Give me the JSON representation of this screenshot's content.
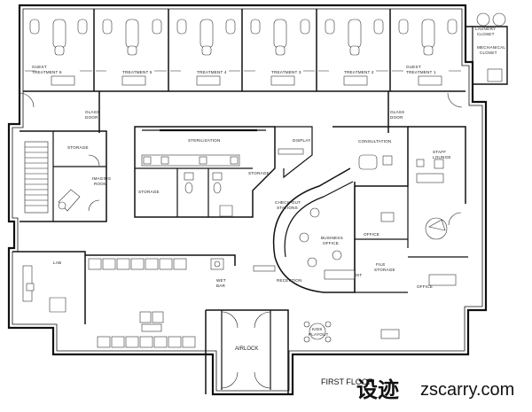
{
  "rooms": {
    "treatments": [
      {
        "label1": "GUEST",
        "label2": "TREATMENT 6"
      },
      {
        "label1": "",
        "label2": "TREATMENT 5"
      },
      {
        "label1": "",
        "label2": "TREATMENT 4"
      },
      {
        "label1": "",
        "label2": "TREATMENT 3"
      },
      {
        "label1": "",
        "label2": "TREATMENT 2"
      },
      {
        "label1": "GUEST",
        "label2": "TREATMENT 1"
      }
    ],
    "laundry": "LAUNDRY",
    "closet": "CLOSET",
    "mechanical1": "MECHANICAL",
    "mechanical2": "CLOSET",
    "glass_door_left1": "GLASS",
    "glass_door_left2": "DOOR",
    "glass_door_right1": "GLASS",
    "glass_door_right2": "DOOR",
    "storage_left": "STORAGE",
    "imaging1": "IMAGING",
    "imaging2": "ROOM",
    "sterilization": "STERILIZATION",
    "display": "DISPLAY",
    "storage_mid": "STORAGE",
    "storage_small": "STORAGE",
    "checkout1": "CHECK-OUT",
    "checkout2": "STATIONS",
    "consultation": "CONSULTATION",
    "staff1": "STAFF",
    "staff2": "LOUNGE",
    "business1": "BUSINESS",
    "business2": "OFFICE",
    "office_a": "OFFICE",
    "office_b": "OFFICE",
    "file1": "FILE",
    "file2": "STORAGE",
    "lab": "LAB",
    "wet1": "WET",
    "wet2": "BAR",
    "reception": "RECEPTION",
    "receptionist": "RECEPTIONIST",
    "kids1": "KIDS",
    "kids2": "PLAYOUT",
    "airlock": "AIRLOCK",
    "floor_label": "FIRST FLOOR"
  },
  "watermark": {
    "cn": "设迹",
    "en": "zscarry.com"
  }
}
